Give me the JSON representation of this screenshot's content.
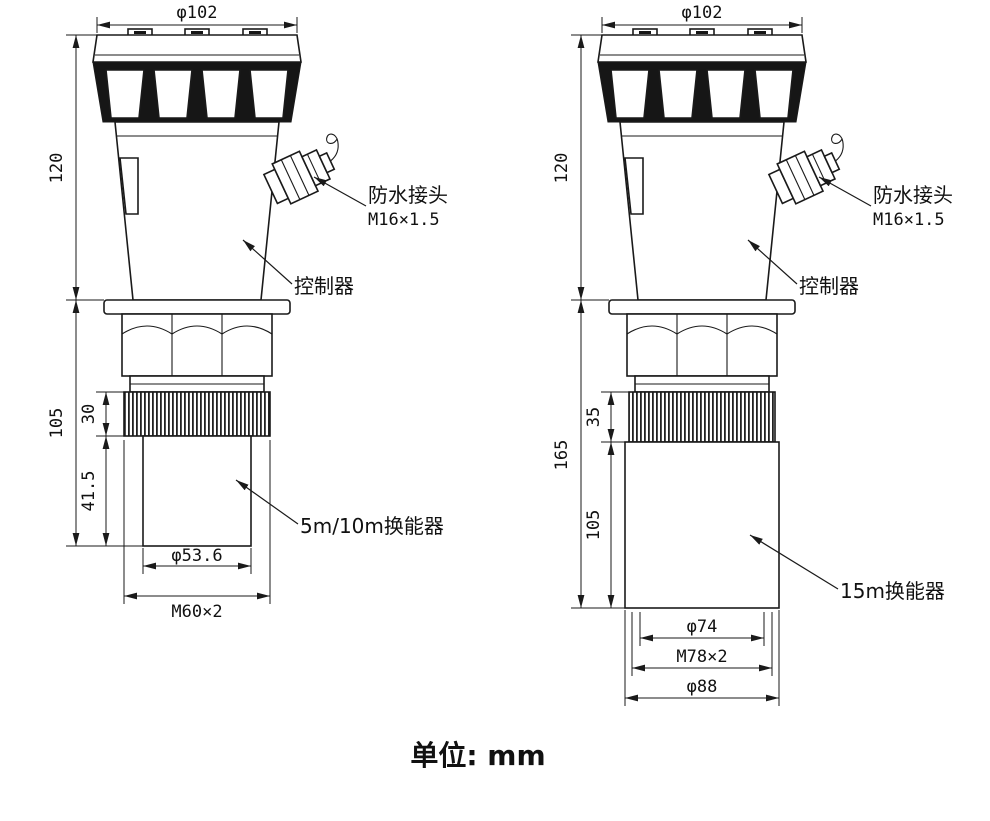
{
  "drawing": {
    "unit_note": "单位: mm",
    "left": {
      "top_diameter": "φ102",
      "upper_height": "120",
      "lower_height": "105",
      "ring_height": "30",
      "probe_height": "41.5",
      "probe_diameter": "φ53.6",
      "thread": "M60×2",
      "connector_label": "防水接头",
      "connector_thread": "M16×1.5",
      "controller_label": "控制器",
      "transducer_label": "5m/10m换能器"
    },
    "right": {
      "top_diameter": "φ102",
      "upper_height": "120",
      "lower_height": "165",
      "ring_height": "35",
      "probe_height": "105",
      "probe_diameter": "φ74",
      "thread": "M78×2",
      "outer_diameter": "φ88",
      "connector_label": "防水接头",
      "connector_thread": "M16×1.5",
      "controller_label": "控制器",
      "transducer_label": "15m换能器"
    },
    "line_color": "#1a1a1a"
  }
}
